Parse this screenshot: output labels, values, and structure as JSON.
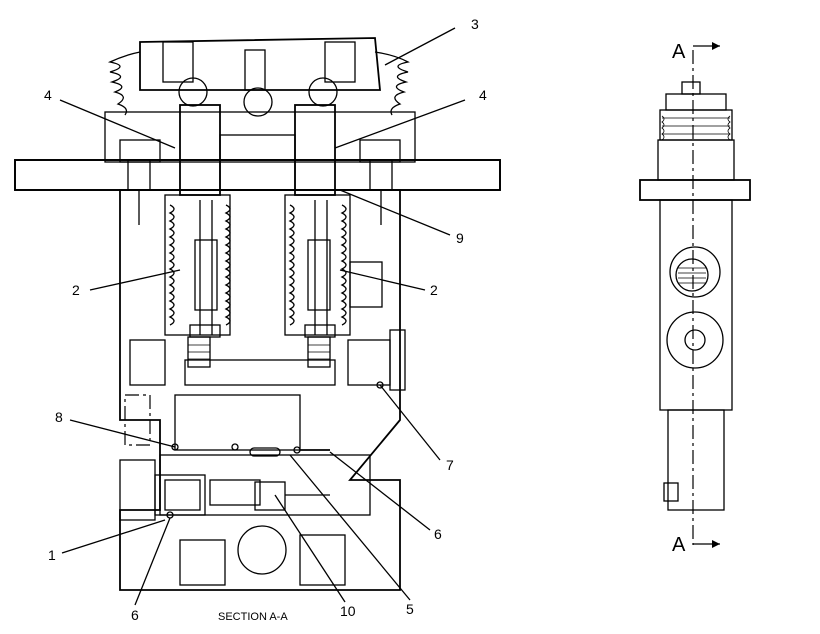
{
  "callouts": [
    {
      "label": "3"
    },
    {
      "label": "4"
    },
    {
      "label": "4"
    },
    {
      "label": "9"
    },
    {
      "label": "2"
    },
    {
      "label": "2"
    },
    {
      "label": "8"
    },
    {
      "label": "7"
    },
    {
      "label": "6"
    },
    {
      "label": "1"
    },
    {
      "label": "6"
    },
    {
      "label": "10"
    },
    {
      "label": "5"
    }
  ],
  "caption": "SECTION A-A",
  "section_marks": {
    "top": "A",
    "bottom": "A"
  }
}
